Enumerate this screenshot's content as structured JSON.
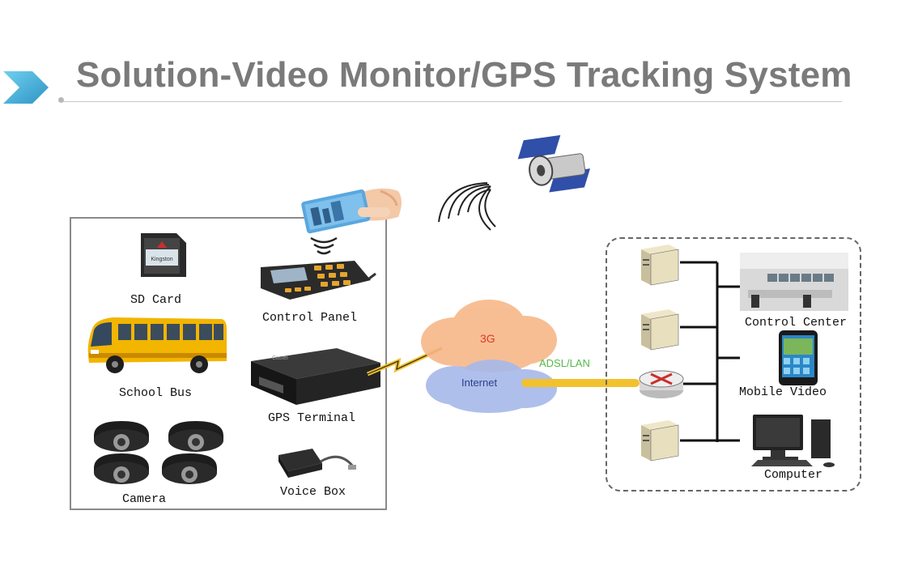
{
  "title": "Solution-Video Monitor/GPS Tracking System",
  "devices": {
    "sd_card": "SD Card",
    "control_panel": "Control Panel",
    "school_bus": "School Bus",
    "gps_terminal": "GPS Terminal",
    "camera": "Camera",
    "voice_box": "Voice Box"
  },
  "network": {
    "g3": "3G",
    "internet": "Internet",
    "adsl": "ADSL/LAN"
  },
  "center": {
    "control_center": "Control Center",
    "mobile_video": "Mobile Video",
    "computer": "Computer"
  },
  "colors": {
    "title": "#7a7a7a",
    "arrow": "#4fb3d9",
    "adsl_line": "#f2c12e",
    "cloud_3g": "#f7b889",
    "cloud_internet": "#a7b9ea",
    "bus": "#f2b500"
  }
}
